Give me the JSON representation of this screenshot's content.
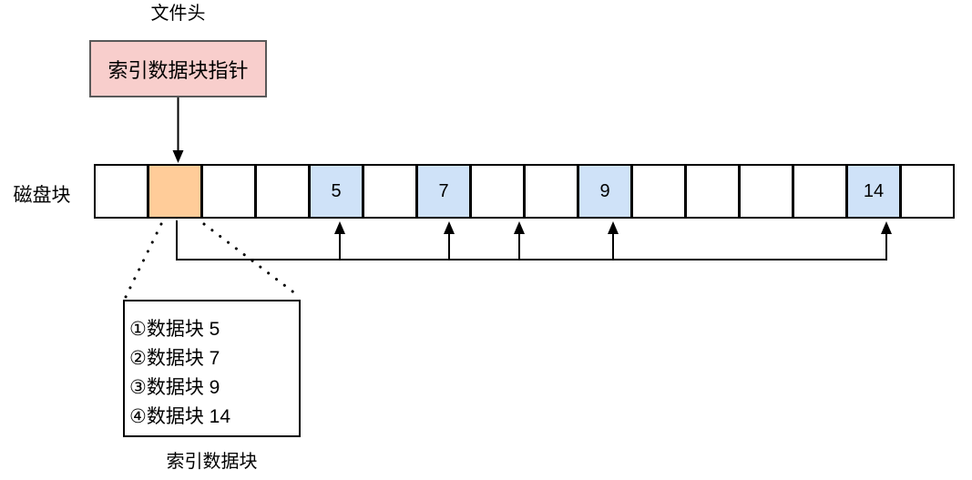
{
  "file_header": {
    "label": "文件头"
  },
  "index_pointer_box": {
    "label": "索引数据块指针"
  },
  "disk_row": {
    "label": "磁盘块",
    "cells": [
      {
        "fill": "white",
        "label": ""
      },
      {
        "fill": "orange",
        "label": ""
      },
      {
        "fill": "white",
        "label": ""
      },
      {
        "fill": "white",
        "label": ""
      },
      {
        "fill": "blue",
        "label": "5"
      },
      {
        "fill": "white",
        "label": ""
      },
      {
        "fill": "blue",
        "label": "7"
      },
      {
        "fill": "white",
        "label": ""
      },
      {
        "fill": "white",
        "label": ""
      },
      {
        "fill": "blue",
        "label": "9"
      },
      {
        "fill": "white",
        "label": ""
      },
      {
        "fill": "white",
        "label": ""
      },
      {
        "fill": "white",
        "label": ""
      },
      {
        "fill": "white",
        "label": ""
      },
      {
        "fill": "blue",
        "label": "14"
      },
      {
        "fill": "white",
        "label": ""
      }
    ]
  },
  "index_block_box": {
    "lines": [
      "①数据块 5",
      "②数据块 7",
      "③数据块 9",
      "④数据块 14"
    ],
    "caption": "索引数据块"
  },
  "colors": {
    "pink": "#f8cecc",
    "orange": "#ffcc99",
    "blue": "#cfe2f8",
    "white": "#ffffff",
    "line": "#000000"
  }
}
